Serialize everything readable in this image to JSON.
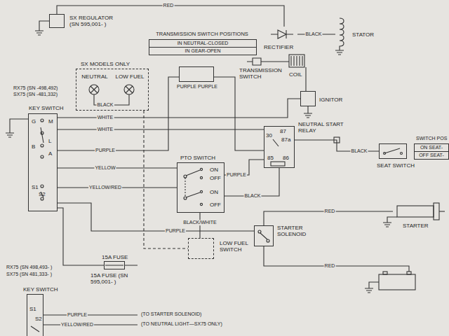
{
  "diagram": {
    "nodes": [
      {
        "text": [
          "SX REGULATOR (SN 595,001- )"
        ]
      },
      {
        "text": [
          "TRANSMISSION SWITCH POSITIONS",
          "IN NEUTRAL-CLOSED",
          "IN GEAR-OPEN"
        ]
      },
      {
        "text": [
          "RECTIFIER"
        ]
      },
      {
        "text": [
          "STATOR"
        ]
      },
      {
        "text": [
          "COIL"
        ]
      },
      {
        "text": [
          "IGNITOR"
        ]
      },
      {
        "text": [
          "SX MODELS ONLY"
        ]
      },
      {
        "text": [
          "NEUTRAL"
        ],
        "in": 6
      },
      {
        "text": [
          "LOW FUEL"
        ],
        "in": 6
      },
      {
        "text": [
          "TRANSMISSION SWITCH"
        ]
      },
      {
        "text": [
          "KEY SWITCH",
          "G",
          "M",
          "B",
          "L",
          "A",
          "S1",
          "S2"
        ]
      },
      {
        "text": [
          "NEUTRAL START RELAY",
          "87",
          "87a",
          "30",
          "85",
          "86"
        ]
      },
      {
        "text": [
          "SEAT SWITCH"
        ]
      },
      {
        "text": [
          "SWITCH POS",
          "ON SEAT-",
          "OFF SEAT-"
        ]
      },
      {
        "text": [
          "PTO SWITCH",
          "ON",
          "OFF",
          "ON",
          "OFF"
        ]
      },
      {
        "text": [
          "STARTER"
        ]
      },
      {
        "text": [
          "STARTER SOLENOID"
        ]
      },
      {
        "text": [
          "LOW FUEL SWITCH"
        ]
      },
      {
        "text": [
          "15A FUSE",
          "15A FUSE (SN 595,001- )"
        ]
      },
      {
        "text": [
          "KEY SWITCH",
          "S1",
          "S2"
        ]
      }
    ],
    "edges": [
      {
        "from": 0,
        "to": 2,
        "label": "RED",
        "arrow": "none"
      },
      {
        "from": 2,
        "to": 3,
        "label": "BLACK",
        "arrow": "none"
      },
      {
        "from": 10,
        "to": 5,
        "label": "WHITE",
        "arrow": "none"
      },
      {
        "from": 10,
        "to": 11,
        "label": "WHITE",
        "arrow": "none"
      },
      {
        "from": 10,
        "to": 9,
        "label": "PURPLE",
        "arrow": "none"
      },
      {
        "from": 9,
        "to": 11,
        "arrow": "none"
      },
      {
        "from": 11,
        "to": 12,
        "label": "BLACK",
        "arrow": "none"
      },
      {
        "from": 11,
        "to": 14,
        "label": "BLACK",
        "arrow": "none"
      },
      {
        "from": 14,
        "to": 11,
        "label": "PURPLE",
        "arrow": "none"
      },
      {
        "from": 10,
        "to": 14,
        "label": "YELLOW",
        "arrow": "none"
      },
      {
        "from": 10,
        "to": 14,
        "label": "YELLOW/RED",
        "arrow": "none"
      },
      {
        "from": 10,
        "to": 16,
        "label": "PURPLE",
        "arrow": "none"
      },
      {
        "from": 14,
        "to": 17,
        "label": "BLACK/WHITE",
        "arrow": "none"
      },
      {
        "from": 6,
        "to": 17,
        "arrow": "none"
      },
      {
        "from": 16,
        "to": 15,
        "label": "RED",
        "arrow": "none"
      }
    ],
    "labels": [
      "RX75 (SN -498,492)",
      "SX75 (SN -481,332)",
      "BLACK",
      "PURPLE",
      "PURPLE",
      "RED",
      "RX75 (SN 498,493- )",
      "SX75 (SN 481,333- )",
      "PURPLE",
      "(TO STARTER SOLENOID)",
      "YELLOW/RED",
      "(TO NEUTRAL LIGHT—SX75 ONLY)"
    ]
  }
}
